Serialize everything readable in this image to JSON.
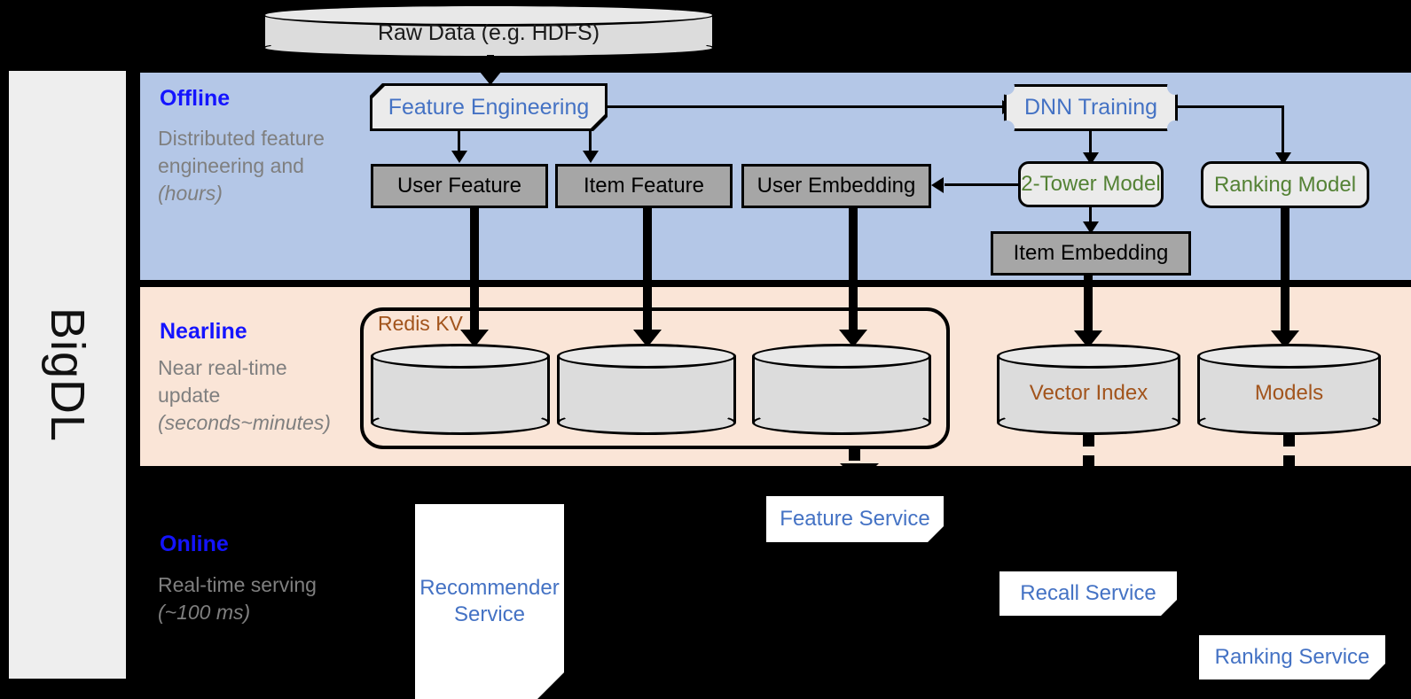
{
  "framework": {
    "name": "BigDL"
  },
  "top": {
    "raw_data": {
      "label": "Raw Data (e.g. HDFS)",
      "shape": "cylinder"
    }
  },
  "stages": [
    {
      "id": "offline",
      "title": "Offline",
      "subtitle": "Distributed feature engineering and ",
      "subtitle_italic": "(hours)",
      "title_color": "#1414ff",
      "band_color": "#b4c7e7"
    },
    {
      "id": "nearline",
      "title": "Nearline",
      "subtitle": "Near real-time update ",
      "subtitle_italic": "(seconds~minutes)",
      "title_color": "#1414ff",
      "band_color": "#fae5d7"
    },
    {
      "id": "online",
      "title": "Online",
      "subtitle": "Real-time serving ",
      "subtitle_italic": "(~100 ms)",
      "title_color": "#1414ff",
      "band_color": "#000000"
    }
  ],
  "offline": {
    "feature_engineering": {
      "label": "Feature Engineering",
      "text_color": "#4472c4"
    },
    "dnn_training": {
      "label": "DNN Training",
      "text_color": "#4472c4"
    },
    "user_feature": {
      "label": "User Feature"
    },
    "item_feature": {
      "label": "Item Feature"
    },
    "user_embedding": {
      "label": "User Embedding"
    },
    "item_embedding": {
      "label": "Item Embedding"
    },
    "two_tower_model": {
      "label": "2-Tower Model",
      "text_color": "#548235"
    },
    "ranking_model": {
      "label": "Ranking Model",
      "text_color": "#548235"
    }
  },
  "nearline": {
    "redis_kv": {
      "label": "Redis KV",
      "text_color": "#a2541c"
    },
    "stores": [
      {
        "label": ""
      },
      {
        "label": ""
      },
      {
        "label": ""
      }
    ],
    "vector_index": {
      "label": "Vector Index",
      "text_color": "#a2541c"
    },
    "models": {
      "label": "Models",
      "text_color": "#a2541c"
    }
  },
  "online": {
    "recommender_service": {
      "label": "Recommender Service",
      "text_color": "#4472c4"
    },
    "feature_service": {
      "label": "Feature Service",
      "text_color": "#4472c4"
    },
    "recall_service": {
      "label": "Recall Service",
      "text_color": "#4472c4"
    },
    "ranking_service": {
      "label": "Ranking Service",
      "text_color": "#4472c4"
    }
  },
  "colors": {
    "offline_band": "#b4c7e7",
    "nearline_band": "#fae5d7",
    "online_band": "#000000",
    "gray_box": "#a6a6a6",
    "process_box": "#ebebeb",
    "cylinder": "#dcdcdc",
    "blue_text": "#4472c4",
    "green_text": "#548235",
    "brown_text": "#a2541c",
    "stage_title": "#1414ff",
    "stage_sub": "#7f7f7f"
  }
}
